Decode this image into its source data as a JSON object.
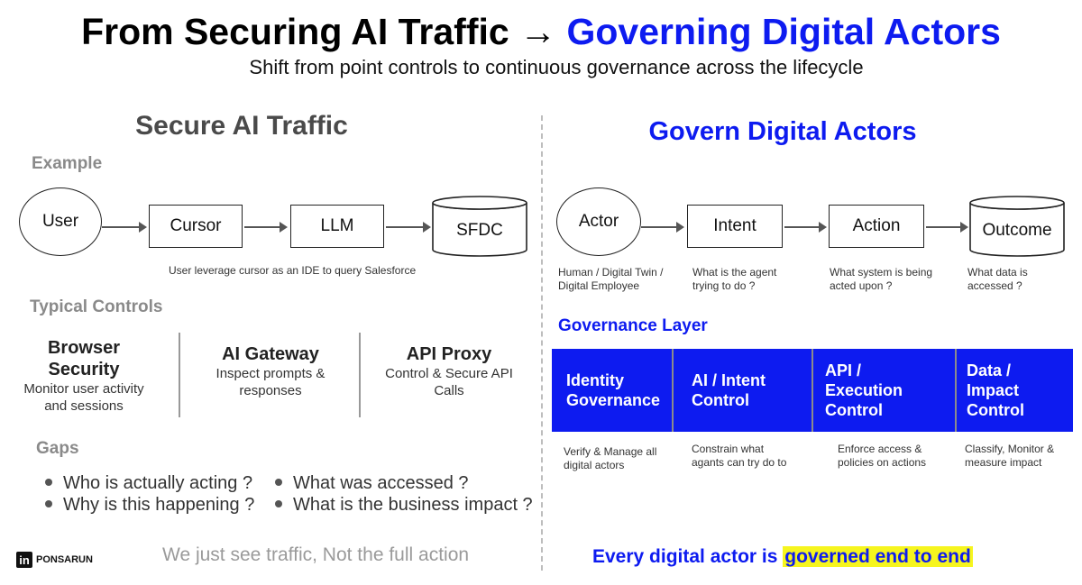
{
  "header": {
    "title_part1": "From Securing AI Traffic →",
    "title_part2": "Governing Digital Actors",
    "subtitle": "Shift from point controls to continuous governance across the lifecycle"
  },
  "left": {
    "heading": "Secure AI Traffic",
    "example_label": "Example",
    "flow": [
      "User",
      "Cursor",
      "LLM",
      "SFDC"
    ],
    "flow_caption": "User leverage cursor as an IDE to query Salesforce",
    "controls_label": "Typical Controls",
    "controls": [
      {
        "title_lines": [
          "Browser",
          "Security"
        ],
        "desc_lines": [
          "Monitor user activity",
          "and sessions"
        ]
      },
      {
        "title_lines": [
          "AI Gateway"
        ],
        "desc_lines": [
          "Inspect prompts &",
          "responses"
        ]
      },
      {
        "title_lines": [
          "API Proxy"
        ],
        "desc_lines": [
          "Control & Secure API",
          "Calls"
        ]
      }
    ],
    "gaps_label": "Gaps",
    "gaps": [
      "Who is actually acting ?",
      "What was accessed ?",
      "Why is this happening ?",
      "What is the business impact ?"
    ],
    "footer": "We just see traffic, Not the full action"
  },
  "right": {
    "heading": "Govern Digital Actors",
    "flow": [
      "Actor",
      "Intent",
      "Action",
      "Outcome"
    ],
    "flow_captions": [
      [
        "Human / Digital Twin /",
        "Digital Employee"
      ],
      [
        "What is the agent",
        "trying to do ?"
      ],
      [
        "What system is being",
        "acted upon ?"
      ],
      [
        "What data is",
        "accessed ?"
      ]
    ],
    "governance_label": "Governance Layer",
    "governance": [
      {
        "title_lines": [
          "Identity",
          "Governance"
        ],
        "desc_lines": [
          "Verify & Manage all",
          "digital actors"
        ]
      },
      {
        "title_lines": [
          "AI / Intent",
          "Control"
        ],
        "desc_lines": [
          "Constrain what",
          "agants can try do to"
        ]
      },
      {
        "title_lines": [
          "API /",
          "Execution",
          "Control"
        ],
        "desc_lines": [
          "Enforce access &",
          "policies on actions"
        ]
      },
      {
        "title_lines": [
          "Data /",
          "Impact",
          "Control"
        ],
        "desc_lines": [
          "Classify, Monitor &",
          "measure impact"
        ]
      }
    ],
    "footer_prefix": "Every digital actor is",
    "footer_highlight": "governed end to end"
  },
  "brand": {
    "logo": "in",
    "name": "PONSARUN"
  },
  "colors": {
    "accent_blue": "#0d1bf0",
    "highlight_yellow": "#f6f51e",
    "muted_gray": "#8a8a8a"
  },
  "icons": [
    "linkedin-icon"
  ]
}
